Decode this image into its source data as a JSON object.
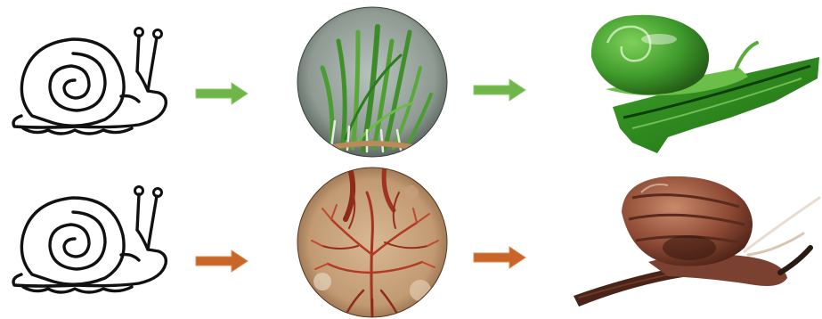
{
  "rows": [
    {
      "name": "green-path",
      "arrow_color": "#6fb54a",
      "algae": {
        "kind": "green-algae",
        "background": "#8e9a92",
        "strand_color": "#3f8f2a"
      },
      "snail": {
        "kind": "green-shelled-snail",
        "shell_color": "#3f9b2b",
        "leaf_color": "#2f8a1f"
      }
    },
    {
      "name": "red-path",
      "arrow_color": "#c8662a",
      "algae": {
        "kind": "red-algae",
        "background": "#c9a27a",
        "strand_color": "#a6321f"
      },
      "snail": {
        "kind": "brown-shelled-snail",
        "shell_color": "#8e4a35",
        "stick_color": "#4a2418"
      }
    }
  ]
}
